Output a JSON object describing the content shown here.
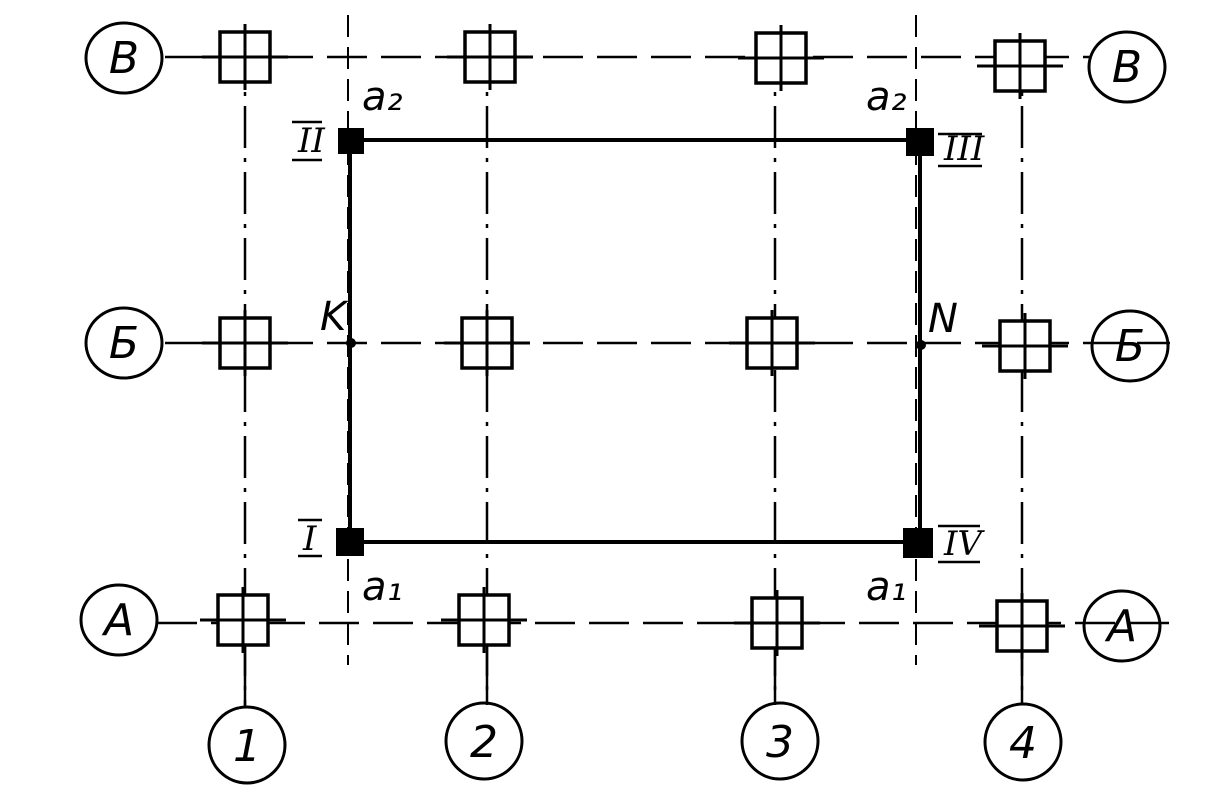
{
  "rows": {
    "top": "В",
    "middle": "Б",
    "bottom": "А"
  },
  "columns": [
    "1",
    "2",
    "3",
    "4"
  ],
  "points": {
    "k": "K",
    "n": "N",
    "a2_left": "a₂",
    "a2_right": "a₂",
    "a1_left": "a₁",
    "a1_right": "a₁"
  },
  "corners": {
    "i": "I",
    "ii": "II",
    "iii": "III",
    "iv": "IV"
  },
  "colors": {
    "ink": "#000000",
    "background": "#ffffff"
  }
}
